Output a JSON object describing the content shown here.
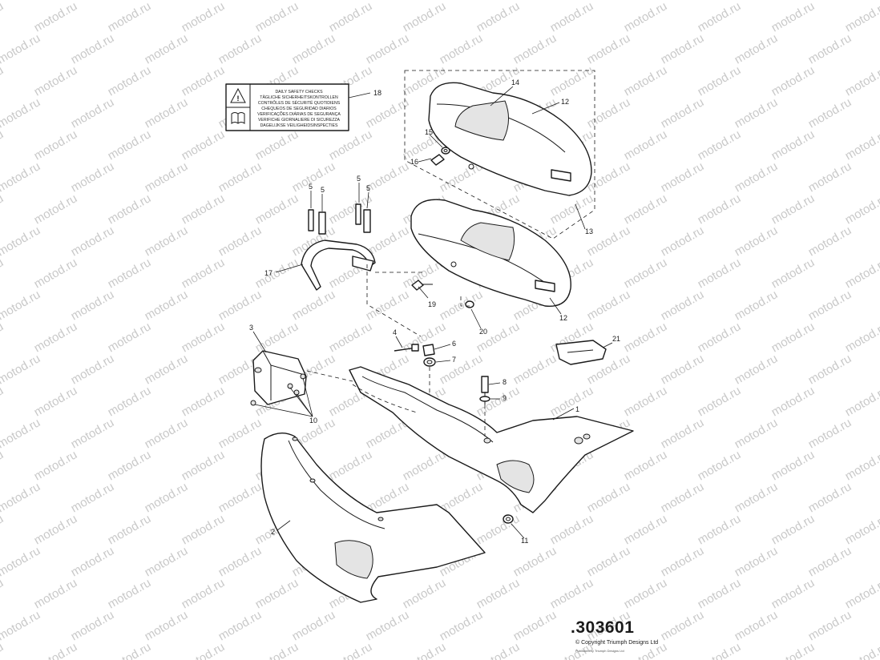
{
  "watermark": "motod.ru",
  "drawing_number": ".303601",
  "copyright": "© Copyright Triumph Designs Ltd",
  "fine_print": "Published by Triumph Designs Ltd",
  "label_18": {
    "lines": [
      "DAILY SAFETY CHECKS",
      "TÄGLICHE SICHERHEITSKONTROLLEN",
      "CONTRÔLES DE SÉCURITÉ QUOTIDIENS",
      "CHEQUEOS DE SEGURIDAD DIARIOS",
      "VERIFICAÇÕES DIÁRIAS DE SEGURANÇA",
      "VERIFICHE GIORNALIERE DI SICUREZZA",
      "DAGELIJKSE VEILIGHEIDSINSPECTIES"
    ]
  },
  "callouts": {
    "c1": "1",
    "c2": "2",
    "c3": "3",
    "c4": "4",
    "c5a": "5",
    "c5b": "5",
    "c5c": "5",
    "c5d": "5",
    "c6": "6",
    "c7": "7",
    "c8": "8",
    "c9": "9",
    "c10": "10",
    "c11": "11",
    "c12a": "12",
    "c12b": "12",
    "c13": "13",
    "c14": "14",
    "c15": "15",
    "c16": "16",
    "c17": "17",
    "c18": "18",
    "c19": "19",
    "c20": "20",
    "c21": "21"
  }
}
